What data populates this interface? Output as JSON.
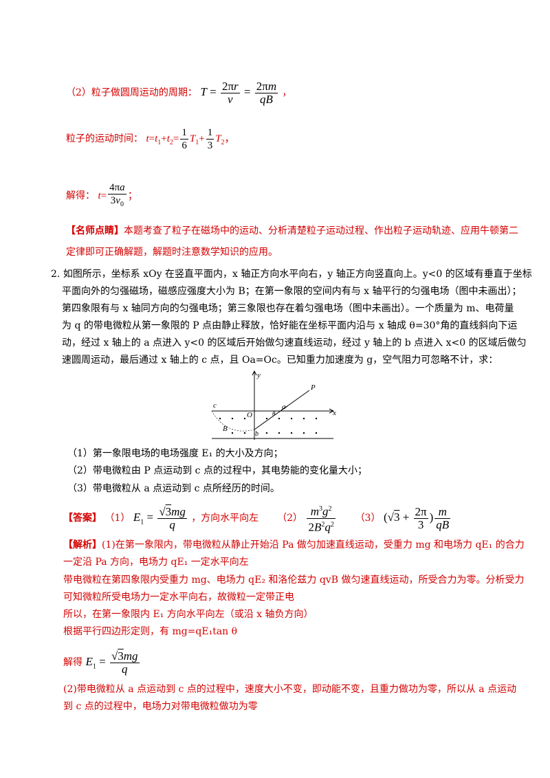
{
  "s1": {
    "period_label": "（2）粒子做圆周运动的周期：",
    "time_label": "粒子的运动时间：",
    "solve_label": "解得："
  },
  "teacher_note": {
    "tag": "【名师点睛】",
    "text1": "本题考查了粒子在磁场中的运动、分析清楚粒子运动过程、作出粒子运动轨迹、应用牛顿第二",
    "text2": "定律即可正确解题，解题时注意数学知识的应用。"
  },
  "problem": {
    "number": "2.",
    "lines": [
      "如图所示，坐标系 xOy 在竖直平面内，x 轴正方向水平向右，y 轴正方向竖直向上。y<0 的区域有垂直于坐标",
      "平面向外的匀强磁场，磁感应强度大小为 B；在第一象限的空间内有与 x 轴平行的匀强电场（图中未画出）；",
      "第四象限有与 x 轴同方向的匀强电场；第三象限也存在着匀强电场（图中未画出）。一个质量为 m、电荷量",
      "为 q 的带电微粒从第一象限的 P 点由静止释放，恰好能在坐标平面内沿与 x 轴成 θ=30°角的直线斜向下运",
      "动，经过 x 轴上的 a 点进入 y<0 的区域后开始做匀速直线运动，经过 y 轴上的 b 点进入 x<0 的区域后做匀",
      "速圆周运动，最后通过 x 轴上的 c 点，且 Oa=Oc。已知重力加速度为 g，空气阻力可忽略不计，求："
    ],
    "questions": [
      "（1）第一象限电场的电场强度 E₁ 的大小及方向；",
      "（2）带电微粒由 P 点运动到 c 点的过程中，其电势能的变化量大小；",
      "（3）带电微粒从 a 点运动到 c 点所经历的时间。"
    ]
  },
  "figure": {
    "labels": {
      "y": "y",
      "x": "x",
      "O": "O",
      "P": "P",
      "a": "a",
      "b": "b",
      "c": "c",
      "B": "B",
      "theta": "θ"
    }
  },
  "answer": {
    "tag": "【答案】",
    "p1": "（1）",
    "p1_dir": "，方向水平向左",
    "p2": "（2）",
    "p3": "（3）"
  },
  "analysis": {
    "tag": "【解析】",
    "lines": [
      "(1)在第一象限内，带电微粒从静止开始沿 Pa 做匀加速直线运动，受重力 mg 和电场力 qE₁ 的合力",
      "一定沿 Pa 方向，电场力 qE₁ 一定水平向左",
      "带电微粒在第四象限内受重力 mg、电场力 qE₂ 和洛伦兹力 qvB 做匀速直线运动，所受合力为零。分析受力",
      "可知微粒所受电场力一定水平向右，故微粒一定带正电",
      "所以，在第一象限内 E₁ 方向水平向左（或沿 x 轴负方向）",
      "根据平行四边形定则，有 mg=qE₁tan θ"
    ],
    "solve_label": "解得",
    "part2_line1": "(2)带电微粒从 a 点运动到 c 点的过程中，速度大小不变，即动能不变，且重力做功为零，所以从 a 点运动",
    "part2_line2": "到 c 点的过程中，电场力对带电微粒做功为零"
  }
}
